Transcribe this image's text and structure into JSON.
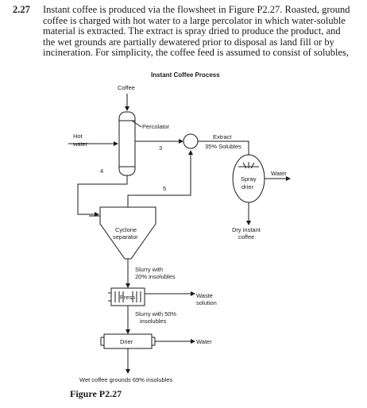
{
  "problem": {
    "number": "2.27",
    "lines": [
      "Instant coffee is produced via the flowsheet in Figure P2.27. Roasted, ground",
      "coffee is charged with hot water to a large percolator in which water-soluble",
      "material is extracted. The extract is spray dried to produce the product, and",
      "the wet grounds are partially dewatered prior to disposal as land fill or by",
      "incineration. For simplicity, the coffee feed is assumed to consist of solubles,"
    ]
  },
  "diagram": {
    "title": "Instant Coffee Process",
    "labels": {
      "coffee": "Coffee",
      "percolator": "Percolator",
      "hot_water_1": "Hot",
      "hot_water_2": "water",
      "stream_3": "3",
      "stream_4": "4",
      "stream_5": "5",
      "extract": "Extract",
      "extract_conc": "35% Solubles",
      "water_out": "Water",
      "spray_1": "Spray",
      "spray_2": "drier",
      "dry_1": "Dry instant",
      "dry_2": "coffee",
      "cyclone_1": "Cyclone",
      "cyclone_2": "separator",
      "slurry20_1": "Slurry with",
      "slurry20_2": "20% insolubles",
      "press": "Press",
      "waste_1": "Waste",
      "waste_2": "solution",
      "slurry50_1": "Slurry with 50%",
      "slurry50_2": "insolubles",
      "drier": "Drier",
      "water_drier": "Water",
      "wet_grounds": "Wet coffee grounds 69% insolubles"
    }
  },
  "figure_caption": "Figure P2.27"
}
